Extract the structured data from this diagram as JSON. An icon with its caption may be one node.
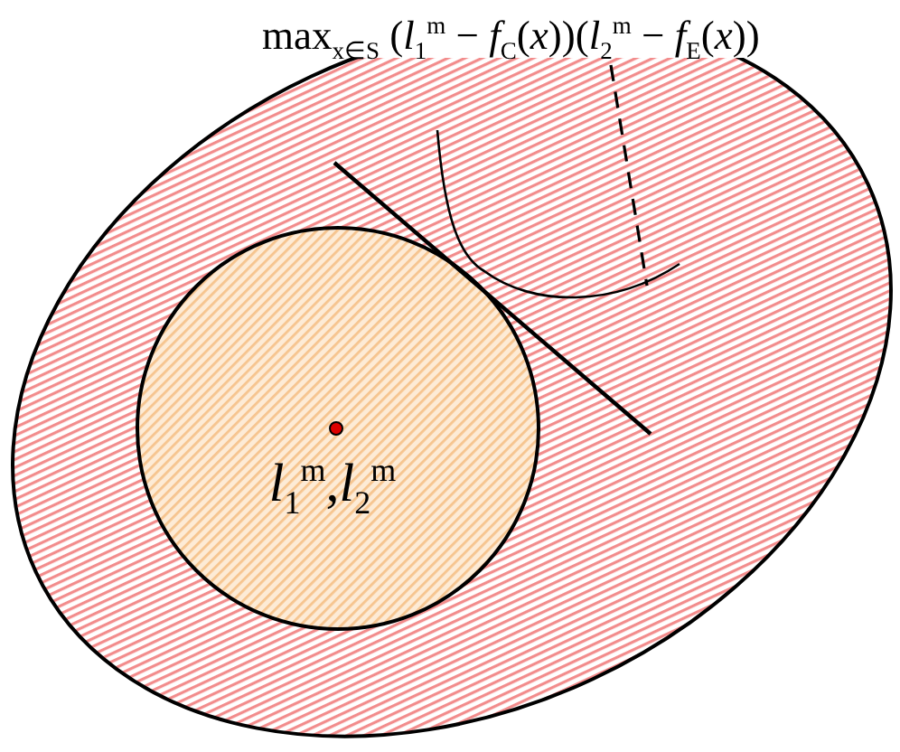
{
  "diagram": {
    "nodes": [
      {
        "text": [],
        "shape": "ellipse"
      },
      {
        "text": [
          "*l*$_{1}$$^{m}$,*l*$_{2}$$^{m}$"
        ],
        "in": 0
      },
      {
        "text": [
          "max$_{x∈S}$ (*l*$_{1}$$^{m}$ − *f*$_{C}$(*x*))(*l*$_{2}$$^{m}$ − *f*$_{E}$(*x*))"
        ]
      },
      {
        "text": [],
        "shape": "curve",
        "in": 0
      }
    ],
    "edges": [
      {
        "from": 2,
        "to": 3,
        "arrow": "none",
        "style": "dashed"
      }
    ]
  }
}
